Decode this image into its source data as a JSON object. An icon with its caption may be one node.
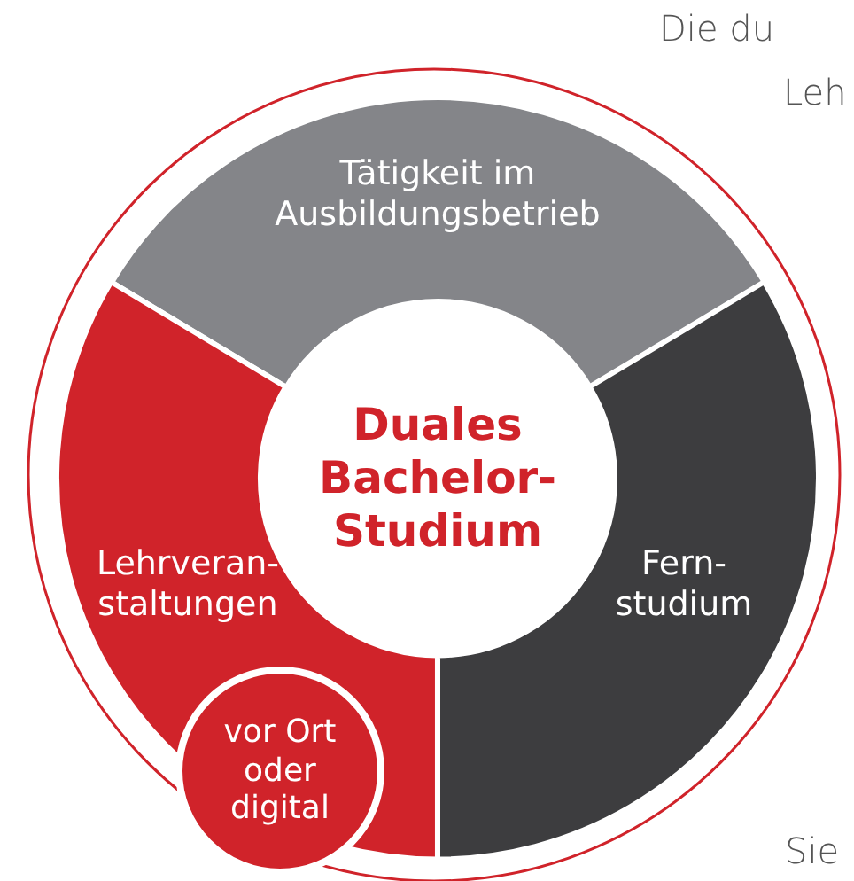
{
  "diagram": {
    "nodes": [
      {
        "text": [
          "Tätigkeit im Ausbildungsbetrieb"
        ]
      },
      {
        "text": [
          "Lehrveran- staltungen"
        ]
      },
      {
        "text": [
          "Fern- studium"
        ]
      },
      {
        "text": [
          "Duales Bachelor- Studium"
        ]
      },
      {
        "text": [
          "vor Ort oder digital"
        ]
      }
    ],
    "labels": [
      "Die du",
      "Leh",
      "Sie"
    ]
  }
}
